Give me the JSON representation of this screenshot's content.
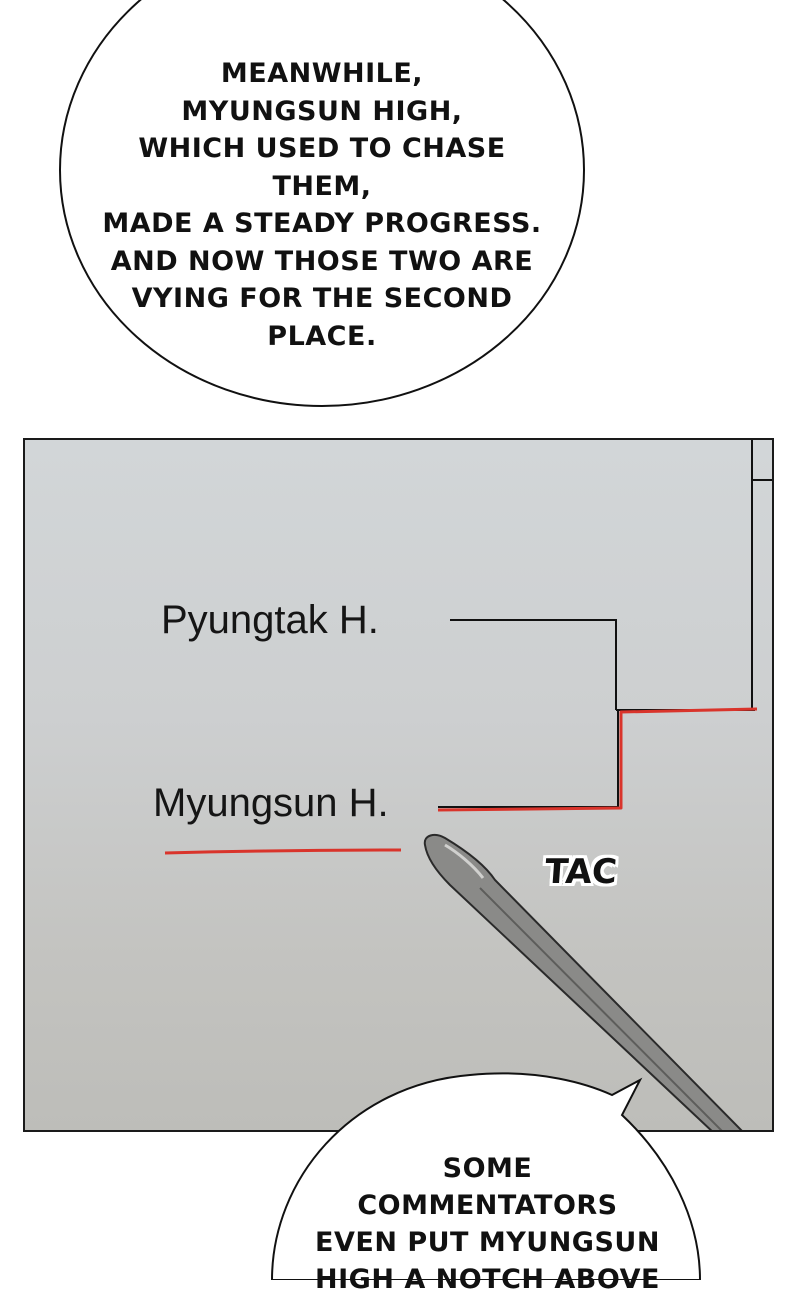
{
  "top_bubble": {
    "text": "MEANWHILE,\nMYUNGSUN HIGH,\nWHICH USED TO CHASE THEM,\nMADE A STEADY PROGRESS.\nAND NOW THOSE TWO ARE\nVYING FOR THE SECOND\nPLACE."
  },
  "panel": {
    "team_top": "Pyungtak H.",
    "team_bottom": "Myungsun H.",
    "sfx": "TAC",
    "highlight_color": "#d9342b"
  },
  "bottom_bubble": {
    "text": "SOME\nCOMMENTATORS\nEVEN PUT MYUNGSUN\nHIGH A NOTCH ABOVE"
  }
}
